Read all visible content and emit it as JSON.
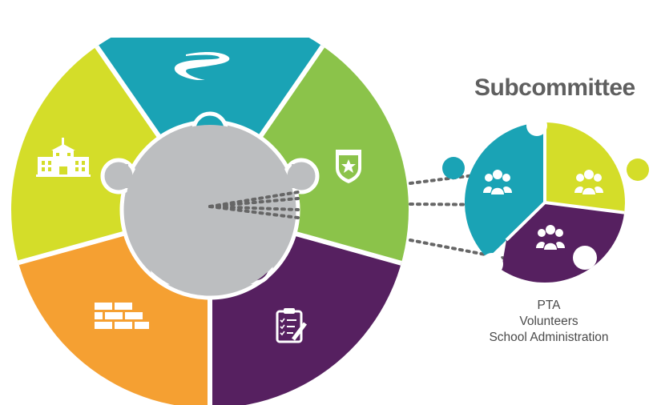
{
  "diagram": {
    "subcommittee_title": "Subcommittee",
    "members": [
      "PTA",
      "Volunteers",
      "School Administration"
    ],
    "main_segments": [
      {
        "name": "road",
        "icon": "road-icon",
        "color": "#1aa3b5"
      },
      {
        "name": "shield",
        "icon": "shield-star-icon",
        "color": "#8bc34a"
      },
      {
        "name": "clipboard",
        "icon": "clipboard-checklist-icon",
        "color": "#562060"
      },
      {
        "name": "bricks",
        "icon": "bricks-icon",
        "color": "#f5a032"
      },
      {
        "name": "school",
        "icon": "school-building-icon",
        "color": "#d4dd29"
      }
    ],
    "center_color": "#bcbec0",
    "sub_segments": [
      {
        "name": "teal",
        "icon": "group-icon",
        "color": "#1aa3b5"
      },
      {
        "name": "lime",
        "icon": "group-icon",
        "color": "#d4dd29"
      },
      {
        "name": "purple",
        "icon": "group-icon",
        "color": "#562060"
      }
    ],
    "connector_color": "#666666"
  }
}
